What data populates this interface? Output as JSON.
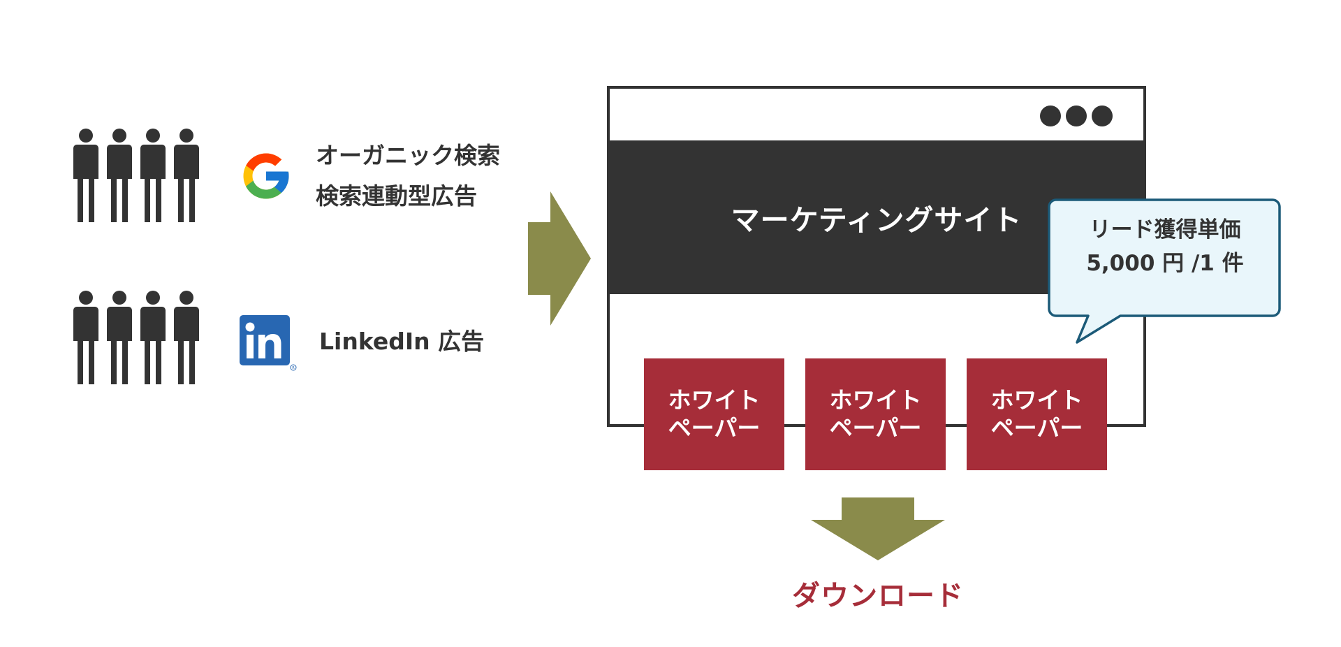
{
  "sources": [
    {
      "lines": [
        "オーガニック検索",
        "検索連動型広告"
      ],
      "logo": "google-g-icon"
    },
    {
      "lines": [
        "LinkedIn 広告"
      ],
      "logo": "linkedin-in-icon"
    }
  ],
  "site": {
    "title": "マーケティングサイト"
  },
  "bubble": {
    "line1": "リード獲得単価",
    "line2": "5,000 円 /1 件"
  },
  "whitepapers": [
    {
      "line1": "ホワイト",
      "line2": "ペーパー"
    },
    {
      "line1": "ホワイト",
      "line2": "ペーパー"
    },
    {
      "line1": "ホワイト",
      "line2": "ペーパー"
    }
  ],
  "download": {
    "label": "ダウンロード"
  },
  "colors": {
    "dark": "#333333",
    "accent_red": "#a62d39",
    "arrow_olive": "#8a8b4b",
    "bubble_fill": "#e9f6fb",
    "bubble_border": "#1b5a78",
    "linkedin_blue": "#2867b2"
  }
}
